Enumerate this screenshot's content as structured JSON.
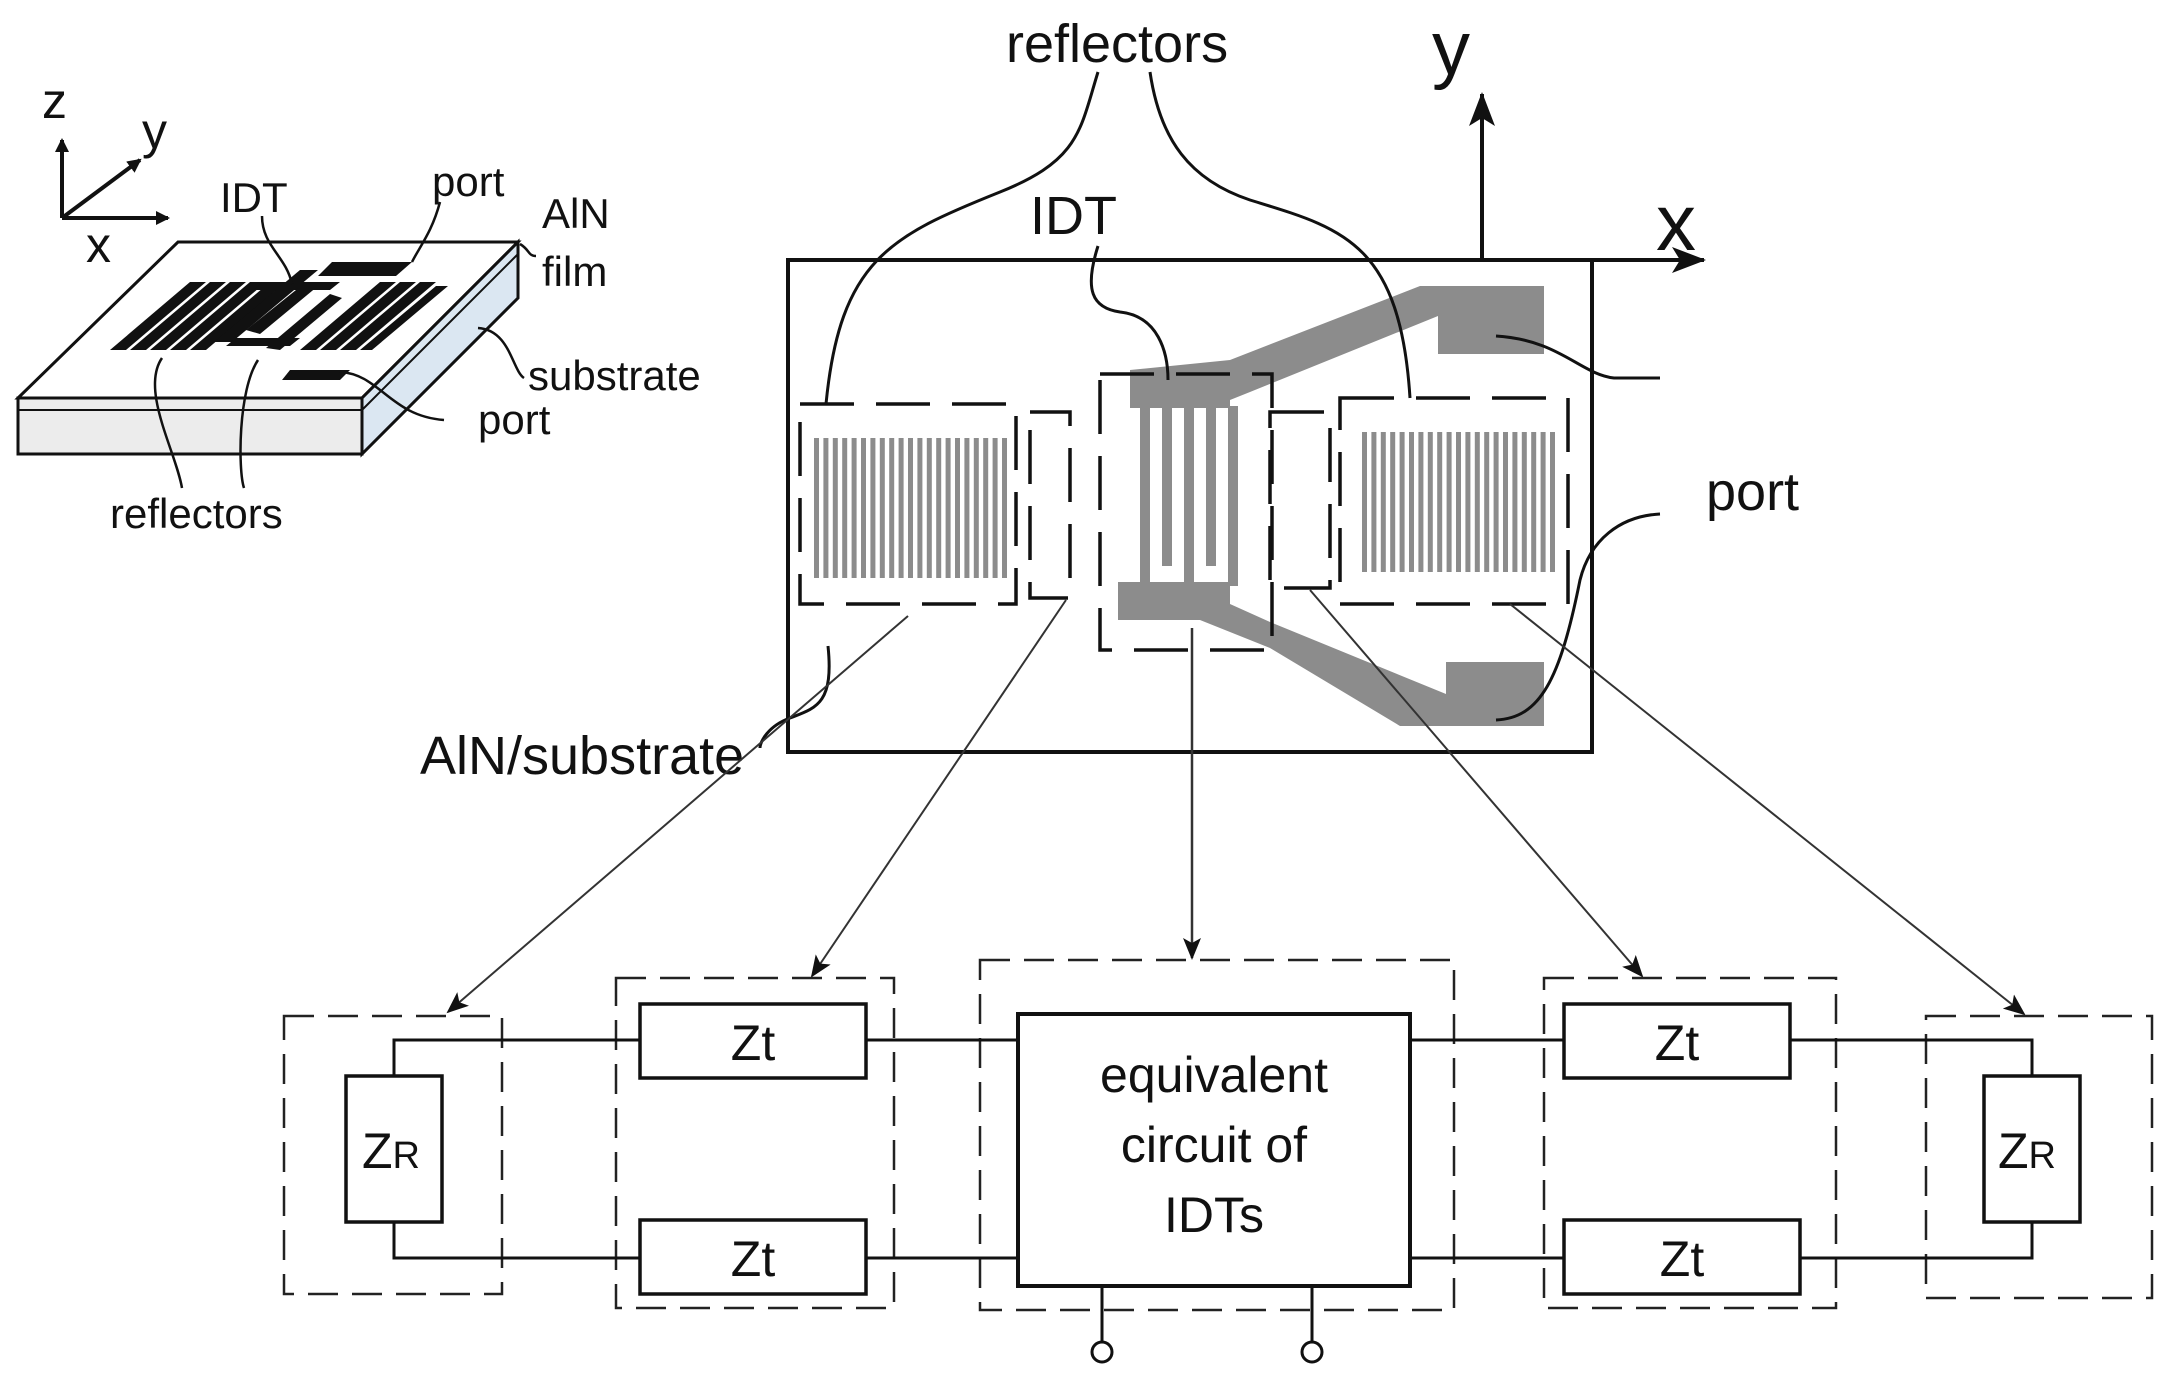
{
  "colors": {
    "ink": "#111111",
    "electrode_gray": "#8c8c8c",
    "substrate_side": "#e6e6e6",
    "substrate_front": "#ececec",
    "film_side": "#dbe7f2",
    "background": "#ffffff"
  },
  "inset_3d": {
    "axes": {
      "z": "z",
      "y": "y",
      "x": "x"
    },
    "labels": {
      "idt": "IDT",
      "port_top": "port",
      "film_line1": "AlN",
      "film_line2": "film",
      "substrate": "substrate",
      "port_bottom": "port",
      "reflectors": "reflectors"
    }
  },
  "top_view": {
    "axes": {
      "y": "y",
      "x": "x"
    },
    "labels": {
      "reflectors": "reflectors",
      "idt": "IDT",
      "port": "port",
      "aln_substrate": "AlN/substrate"
    }
  },
  "circuit": {
    "zt_label": "Zt",
    "zr_main": "Z",
    "zr_sub": "R",
    "center_block": [
      "equivalent",
      "circuit of",
      "IDTs"
    ]
  }
}
